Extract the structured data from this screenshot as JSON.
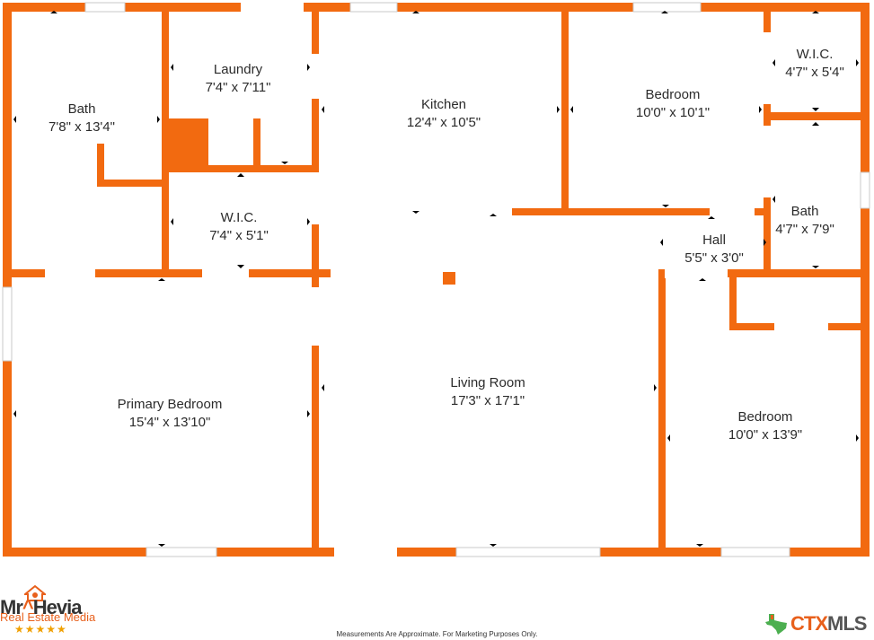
{
  "rooms": [
    {
      "key": "bath_left",
      "name": "Bath",
      "dims": "7'8\" x 13'4\""
    },
    {
      "key": "laundry",
      "name": "Laundry",
      "dims": "7'4\" x 7'11\""
    },
    {
      "key": "kitchen",
      "name": "Kitchen",
      "dims": "12'4\" x 10'5\""
    },
    {
      "key": "bedroom_top",
      "name": "Bedroom",
      "dims": "10'0\" x 10'1\""
    },
    {
      "key": "wic_top_right",
      "name": "W.I.C.",
      "dims": "4'7\" x 5'4\""
    },
    {
      "key": "wic_mid",
      "name": "W.I.C.",
      "dims": "7'4\" x 5'1\""
    },
    {
      "key": "bath_right",
      "name": "Bath",
      "dims": "4'7\" x 7'9\""
    },
    {
      "key": "hall",
      "name": "Hall",
      "dims": "5'5\" x 3'0\""
    },
    {
      "key": "primary_bedroom",
      "name": "Primary Bedroom",
      "dims": "15'4\" x 13'10\""
    },
    {
      "key": "living_room",
      "name": "Living Room",
      "dims": "17'3\" x 17'1\""
    },
    {
      "key": "bedroom_bottom",
      "name": "Bedroom",
      "dims": "10'0\" x 13'9\""
    }
  ],
  "footer": {
    "note": "Measurements Are Approximate. For Marketing Purposes Only."
  },
  "branding": {
    "left_logo": {
      "line1_a": "Mr",
      "line1_b": "Hevia",
      "line2": "Real Estate Media",
      "stars": "★★★★★"
    },
    "right_logo": {
      "text_a": "CTX",
      "text_b": "MLS"
    }
  },
  "colors": {
    "wall": "#f26a10",
    "window": "#ffffff",
    "text": "#2b2b2b"
  }
}
